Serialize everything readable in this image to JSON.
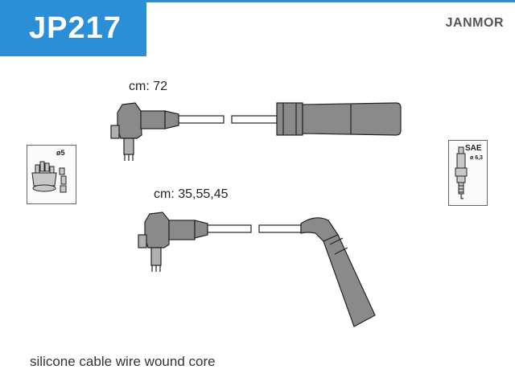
{
  "header": {
    "product_code": "JP217",
    "brand": "JANMOR"
  },
  "cables": [
    {
      "length_label": "cm: 72"
    },
    {
      "length_label": "cm: 35,55,45"
    }
  ],
  "icons": {
    "distributor": {
      "name": "distributor-icon",
      "label": "ø5"
    },
    "spark_plug": {
      "name": "spark-plug-icon",
      "sae_label": "SAE",
      "size_label": "ø 6,3"
    }
  },
  "footer": {
    "description": "silicone cable wire wound core"
  },
  "colors": {
    "accent": "#2a8fd6",
    "cable_fill": "#8a8a8a",
    "outline": "#222222"
  }
}
